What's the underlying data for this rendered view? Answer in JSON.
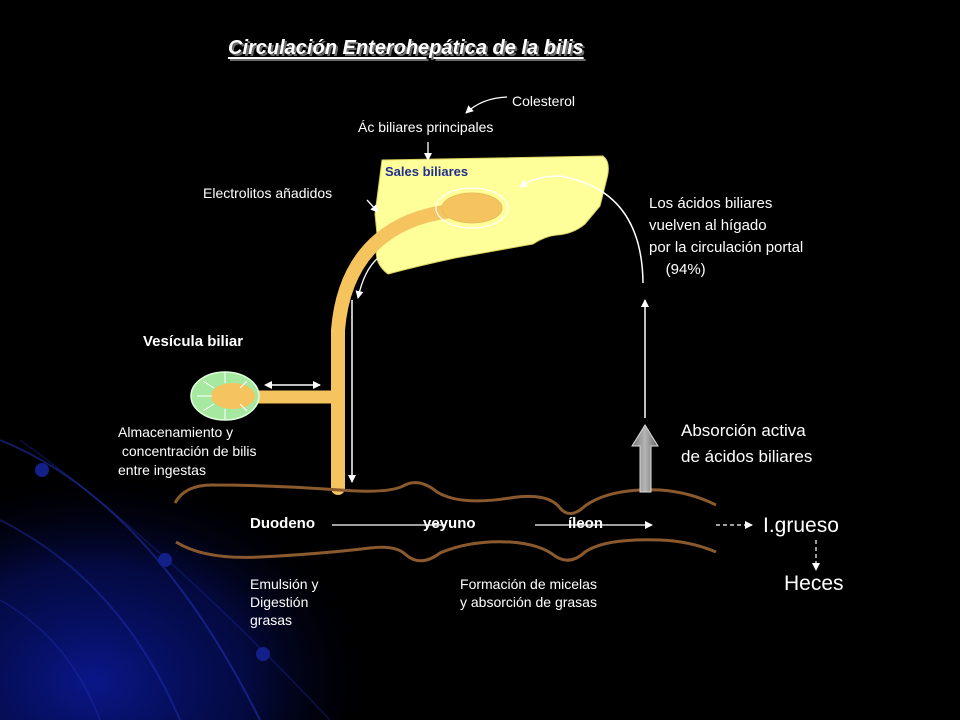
{
  "title": "Circulación Enterohepática de la bilis",
  "labels": {
    "colesterol": "Colesterol",
    "ac_biliares": "Ác biliares principales",
    "sales_biliares": "Sales biliares",
    "electrolitos": "Electrolitos añadidos",
    "retorno": [
      "Los ácidos biliares",
      "vuelven al hígado",
      "por la circulación portal",
      "    (94%)"
    ],
    "vesicula": "Vesícula biliar",
    "almacenamiento": [
      "Almacenamiento y",
      " concentración de bilis",
      "entre ingestas"
    ],
    "absorcion": [
      "Absorción activa",
      "de ácidos biliares"
    ],
    "duodeno": "Duodeno",
    "yeyuno": "yeyuno",
    "ileon": "íleon",
    "intestino_grueso": "I.grueso",
    "heces": "Heces",
    "emulsion": [
      "Emulsión y",
      "Digestión",
      "grasas"
    ],
    "micelas": [
      "Formación de micelas",
      "y absorción de grasas"
    ]
  },
  "colors": {
    "background": "#000000",
    "liver": "#ffff99",
    "bile_duct": "#f5c45e",
    "gallbladder": "#a6e8a0",
    "intestine": "#8a5a2e",
    "sales_text": "#1f2f8f",
    "bg_blue": "#0a1890"
  }
}
